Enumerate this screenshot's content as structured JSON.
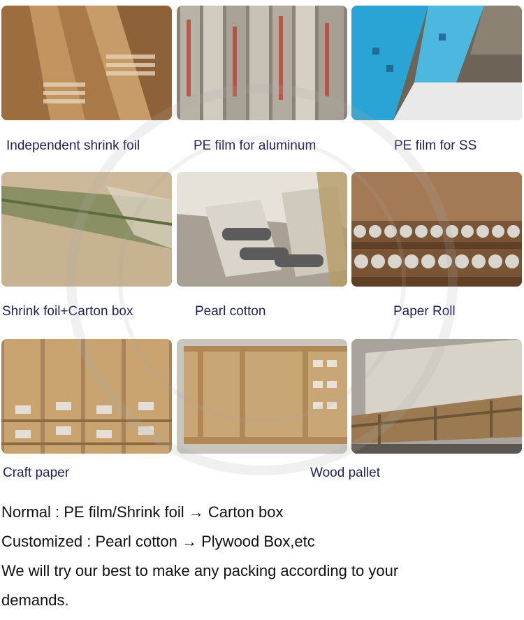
{
  "captions": {
    "independent_shrink_foil": "Independent shrink foil",
    "pe_film_aluminum": "PE film for aluminum",
    "pe_film_ss": "PE film for SS",
    "shrink_foil_carton": "Shrink foil+Carton box",
    "pearl_cotton": "Pearl cotton",
    "paper_roll": "Paper Roll",
    "craft_paper": "Craft paper",
    "wood_pallet": "Wood pallet"
  },
  "notes": {
    "normal": "Normal : PE film/Shrink foil → Carton box",
    "customized": "Customized : Pearl cotton → Plywood Box,etc",
    "line3": "We will try our best to make any packing according to your",
    "line4": "demands."
  }
}
